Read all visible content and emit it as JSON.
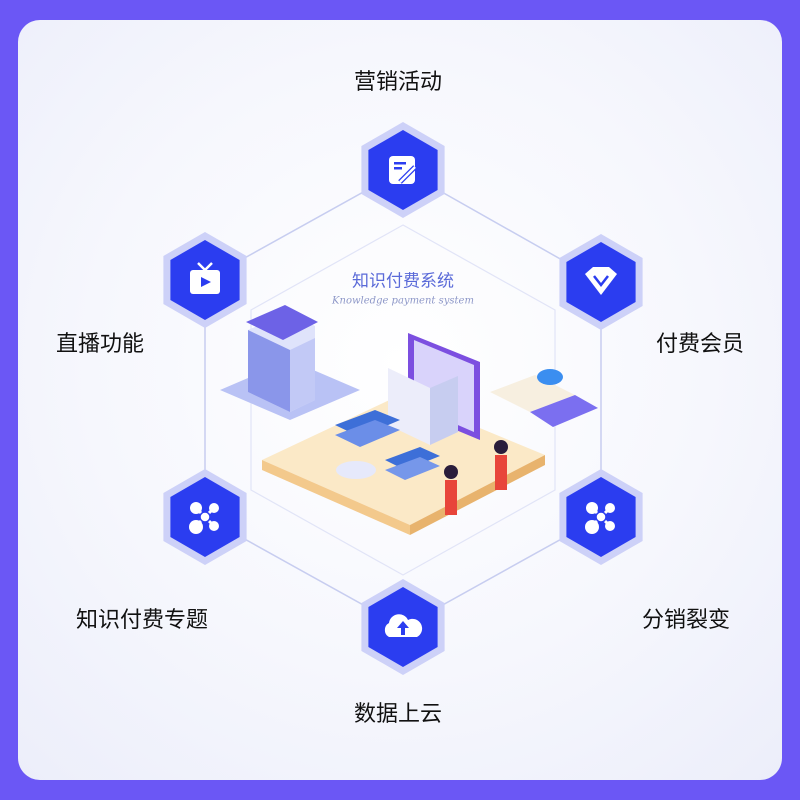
{
  "center": {
    "title": "知识付费系统",
    "subtitle": "Knowledge payment system"
  },
  "features": [
    {
      "label": "营销活动",
      "icon": "edit-note-icon"
    },
    {
      "label": "直播功能",
      "icon": "tv-play-icon"
    },
    {
      "label": "付费会员",
      "icon": "diamond-icon"
    },
    {
      "label": "知识付费专题",
      "icon": "network-nodes-icon"
    },
    {
      "label": "分销裂变",
      "icon": "network-nodes-icon"
    },
    {
      "label": "数据上云",
      "icon": "cloud-upload-icon"
    }
  ],
  "colors": {
    "frame": "#6b57f5",
    "hex": "#2b3df0",
    "hex_rim": "#c9cdf7",
    "line": "#c7cdf0"
  }
}
